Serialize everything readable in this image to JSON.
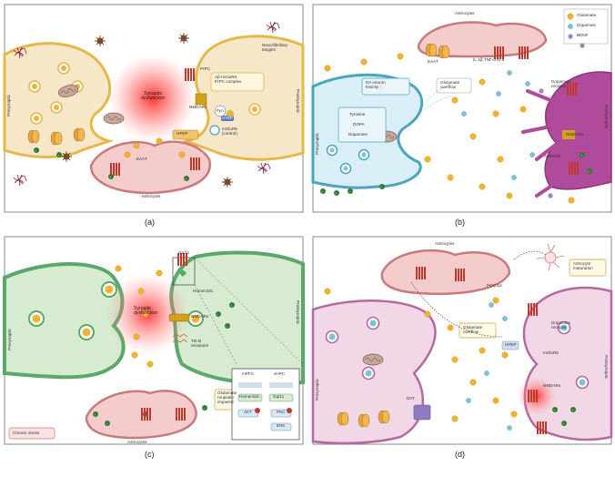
{
  "colors": {
    "presyn_a": "#f6e7c8",
    "presyn_a_stroke": "#e4b84a",
    "presyn_b": "#d9eef7",
    "presyn_b_stroke": "#4aa6bd",
    "presyn_c": "#d6ebd0",
    "presyn_c_stroke": "#5aa86a",
    "presyn_d": "#f2d8e6",
    "presyn_d_stroke": "#b36aa0",
    "astrocyte": "#f4cccc",
    "astrocyte_stroke": "#c97a7a",
    "postsyn_b": "#b04a9a",
    "glutamate": "#f2b233",
    "dopamine": "#7dc2d8",
    "bdnf": "#9a86b8",
    "receptor": "#c0392b",
    "glow": "#ff3b3b"
  },
  "panel_a": {
    "caption": "(a)",
    "presynaptic": "Presynaptic",
    "postsynaptic": "Postsynaptic",
    "astrocytes": "Astrocytes",
    "synaptic_dysfunction": "Synaptic\ndysfunction",
    "neurofibrillary": "Neurofibrillary\ntangles",
    "prpc": "PrPC",
    "complex": "Aβ-mGluR5-\nPrPC complex",
    "nmdars": "NMDARs",
    "fyn": "Fyn",
    "strep": "STEP",
    "hpep": "HPEP",
    "mglur5": "mGluR5\n(control)",
    "eaat": "EAAT"
  },
  "panel_b": {
    "caption": "(b)",
    "legend_glutamate": "Glutamate",
    "legend_dopamine": "Dopamine",
    "legend_bdnf": "BDNF",
    "astrocytes": "Astrocytes",
    "presynaptic": "Presynaptic",
    "postsynaptic": "Postsynaptic",
    "cytokines": "IL-1β TNF-α IL-6",
    "eaat": "EAAT",
    "da_neuron": "DA neuron\ntoxicity ↑",
    "glutamate_overflow": "Glutamate\noverflow",
    "tyrosine": "Tyrosine",
    "dopa": "DOPA",
    "dopamine": "Dopamine",
    "dopamine_receptor": "Dopamine\nreceptor",
    "nmdars": "NMDARs",
    "ampars": "AMPARs"
  },
  "panel_c": {
    "caption": "(c)",
    "presynaptic": "Presynaptic",
    "postsynaptic": "Postsynaptic",
    "astrocytes": "Astrocytes",
    "synaptic_dysfunction": "Synaptic\ndysfunction",
    "gq": "Gq/11",
    "homer": "Homer1b/c",
    "nmdars": "NMDARs",
    "trkb": "Trk-B\nreceptors",
    "chronic_stress": "Chronic stress",
    "glutamate_impaired": "Glutamate\nreuptake\nimpaired",
    "mpfc": "mPFC",
    "vhpc": "vHPC",
    "homer1bc": "Homer1b/c",
    "gq11": "Gq/11",
    "akt": "AKT",
    "pkc": "PKC",
    "erk": "ERK"
  },
  "panel_d": {
    "caption": "(d)",
    "astrocytes": "Astrocytes",
    "presynaptic": "Presynaptic",
    "postsynaptic": "Postsynaptic",
    "astrocyte_maturation": "Astrocyte\nmaturation",
    "pgc": "PGC-1α",
    "glutamate_overflow": "Glutamate\noverflow",
    "dopamine_receptor": "Dopamine\nreceptor",
    "mglur5": "mGluR5",
    "hpep": "HPEP",
    "nmdars": "NMDARs",
    "dat": "DAT"
  }
}
